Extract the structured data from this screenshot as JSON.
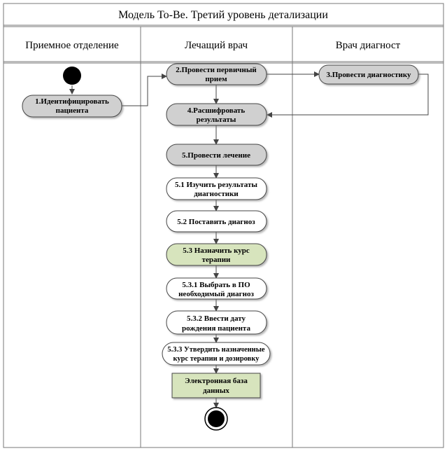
{
  "title": "Модель To-Be. Третий уровень детализации",
  "lanes": [
    {
      "id": "reception",
      "label": "Приемное отделение"
    },
    {
      "id": "doctor",
      "label": "Лечащий врач"
    },
    {
      "id": "diagnost",
      "label": "Врач диагност"
    }
  ],
  "nodes": {
    "n1": [
      "1.Идентифицировать",
      "пациента"
    ],
    "n2": [
      "2.Провести первичный",
      "прием"
    ],
    "n3": [
      "3.Провести диагностику"
    ],
    "n4": [
      "4.Расшифровать",
      "результаты"
    ],
    "n5": [
      "5.Провести лечение"
    ],
    "n51": [
      "5.1 Изучить результаты",
      "диагностики"
    ],
    "n52": [
      "5.2 Поставить диагноз"
    ],
    "n53": [
      "5.3 Назначить курс",
      "терапии"
    ],
    "n531": [
      "5.3.1 Выбрать в ПО",
      "необходимый диагноз"
    ],
    "n532": [
      "5.3.2 Ввести дату",
      "рождения пациента"
    ],
    "n533": [
      "5.3.3 Утвердить назначенные",
      "курс терапии и дозировку"
    ],
    "db": [
      "Электронная база",
      "данных"
    ]
  },
  "colors": {
    "gray_fill": "#d0d0d0",
    "white_fill": "#ffffff",
    "green_fill": "#d7e4bd",
    "line": "#444444"
  }
}
